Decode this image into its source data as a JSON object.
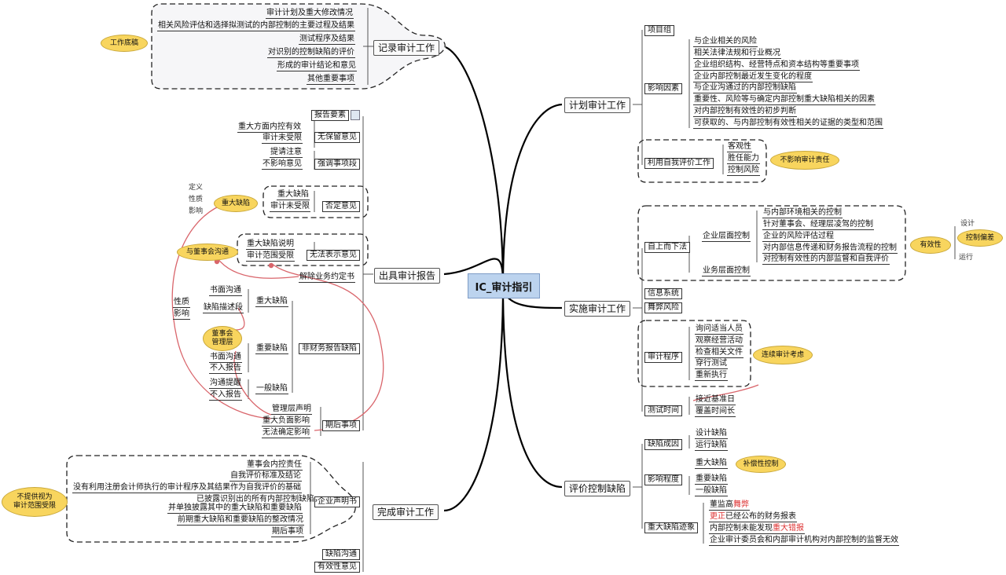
{
  "center": "IC_审计指引",
  "right": {
    "plan": {
      "title": "计划审计工作",
      "project_group": "项目组",
      "influence": "影响因素",
      "influence_items": [
        "与企业相关的风险",
        "相关法律法规和行业概况",
        "企业组织结构、经营特点和资本结构等重要事项",
        "企业内部控制最近发生变化的程度",
        "与企业沟通过的内部控制缺陷",
        "重要性、风险等与确定内部控制重大缺陷相关的因素",
        "对内部控制有效性的初步判断",
        "可获取的、与内部控制有效性相关的证据的类型和范围"
      ],
      "self_eval": "利用自我评价工作",
      "self_eval_items": [
        "客观性",
        "胜任能力",
        "控制风险"
      ],
      "note": "不影响审计责任"
    },
    "implement": {
      "title": "实施审计工作",
      "topdown": "自上而下法",
      "entity": "企业层面控制",
      "entity_items": [
        "与内部环境相关的控制",
        "针对董事会、经理层凌驾的控制",
        "企业的风险评估过程",
        "对内部信息传递和财务报告流程的控制",
        "对控制有效性的内部监督和自我评价"
      ],
      "business": "业务层面控制",
      "effectiveness": "有效性",
      "design": "设计",
      "bias": "控制偏差",
      "operation": "运行",
      "info_system": "信息系统",
      "fraud": "舞弊风险",
      "procedure": "审计程序",
      "procedure_items": [
        "询问适当人员",
        "观察经营活动",
        "检查相关文件",
        "穿行测试",
        "重新执行"
      ],
      "continuous": "连续审计考虑",
      "test_time": "测试时间",
      "test_time_items": [
        "接近基准日",
        "覆盖时间长"
      ]
    },
    "evaluate": {
      "title": "评价控制缺陷",
      "cause": "缺陷成因",
      "cause_items": [
        "设计缺陷",
        "运行缺陷"
      ],
      "degree": "影响程度",
      "degree_items": [
        "重大缺陷",
        "重要缺陷",
        "一般缺陷"
      ],
      "compensating": "补偿性控制",
      "signs": "重大缺陷迹象",
      "signs_items": [
        {
          "pre": "董监高",
          "mark": "舞弊",
          "post": ""
        },
        {
          "pre": "",
          "mark": "更正",
          "post": "已经公布的财务报表"
        },
        {
          "pre": "内部控制未能发现",
          "mark": "重大错报",
          "post": ""
        },
        {
          "pre": "企业审计委员会和内部审计机构对内部控制的监督无效",
          "mark": "",
          "post": ""
        }
      ]
    }
  },
  "left": {
    "record": {
      "title": "记录审计工作",
      "items": [
        "审计计划及重大修改情况",
        "相关风险评估和选择拟测试的内部控制的主要过程及结果",
        "测试程序及结果",
        "对识别的控制缺陷的评价",
        "形成的审计结论和意见",
        "其他重要事项"
      ],
      "note": "工作底稿"
    },
    "report": {
      "title": "出具审计报告",
      "elements": "报告要素",
      "unqualified": "无保留意见",
      "unqualified_items": [
        "重大方面内控有效",
        "审计未受限"
      ],
      "emphasis": "强调事项段",
      "emphasis_items": [
        "提请注意",
        "不影响意见"
      ],
      "adverse": "否定意见",
      "adverse_items": [
        "重大缺陷",
        "审计未受限"
      ],
      "major_defect": "重大缺陷",
      "mini": [
        "定义",
        "性质",
        "影响"
      ],
      "disclaimer": "无法表示意见",
      "disclaimer_items": [
        "重大缺陷说明",
        "审计范围受限"
      ],
      "board": "与董事会沟通",
      "terminate": "解除业务约定书",
      "nonfin": "非财务报告缺陷",
      "nf_major": "重大缺陷",
      "nf_major_items": [
        "书面沟通",
        "缺陷描述段"
      ],
      "nature": [
        "性质",
        "影响"
      ],
      "nf_important": "重要缺陷",
      "nf_important_items": [
        "书面沟通",
        "不入报告"
      ],
      "mgmt_bubble": "董事会\n管理层",
      "nf_general": "一般缺陷",
      "nf_general_items": [
        "沟通提醒",
        "不入报告"
      ],
      "subsequent": "期后事项",
      "subsequent_items": [
        "管理层声明",
        "重大负面影响",
        "无法确定影响"
      ]
    },
    "complete": {
      "title": "完成审计工作",
      "statement": "企业声明书",
      "statement_items": [
        "董事会内控责任",
        "自我评价标准及结论",
        "没有利用注册会计师执行的审计程序及其结果作为自我评价的基础",
        "已披露识别出的所有内部控制缺陷，",
        "并单独披露其中的重大缺陷和重要缺陷",
        "前期重大缺陷和重要缺陷的整改情况",
        "期后事项"
      ],
      "note": "不提供视为\n审计范围受限",
      "comm": "缺陷沟通",
      "opinion": "有效性意见"
    }
  }
}
